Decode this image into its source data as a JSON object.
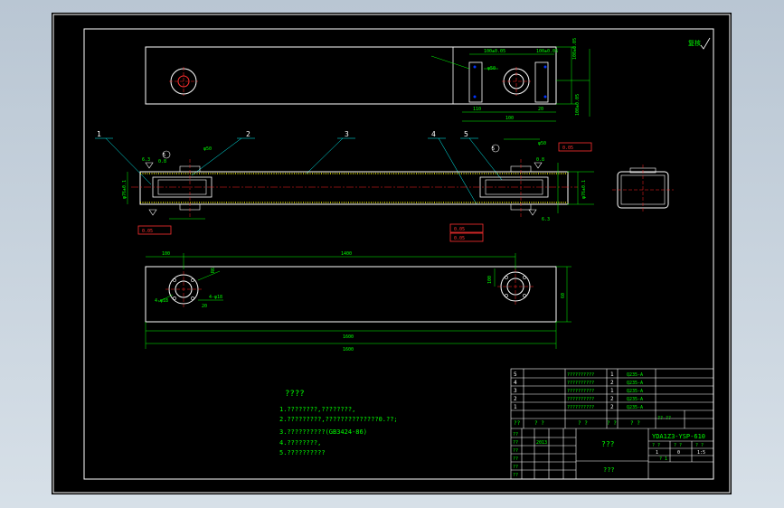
{
  "colors": {
    "background": "#000000",
    "outline": "#ffffff",
    "dimension": "#00ff00",
    "centerline": "#ff2020",
    "weld": "#ffff00",
    "tolerance": "#ff3030",
    "hatch": "#0033ff",
    "leader": "#00ffff"
  },
  "marks": {
    "top_right": "复核",
    "leader_1": "1",
    "leader_2": "2",
    "leader_3": "3",
    "leader_4": "4",
    "leader_5": "5"
  },
  "dimensions": {
    "overall_length": "1600",
    "hole_span": "1400",
    "bottom_total": "1600",
    "left_offset": "100",
    "right_height": "100",
    "top_width_a": "100±0.05",
    "top_width_b": "100±0.05",
    "top_h1": "100±0.05",
    "top_h2": "100±0.05",
    "top_bore": "φ50",
    "top_bottom_a": "110",
    "top_bottom_b": "100",
    "top_bottom_c": "20",
    "side_h_left": "φ76±0.1",
    "side_h_right": "φ76±0.1",
    "side_gap_left": "0.8",
    "side_gap_right": "0.8",
    "weld_left": "5",
    "weld_right": "5",
    "roughness_left": "6.3",
    "roughness_right": "6.3",
    "flatness": "0.05",
    "bore_left": "φ50",
    "bore_right": "φ50",
    "bottom_hole_left": "4-φ18",
    "bottom_hole_right": "4-φ18",
    "bottom_h": "60",
    "bottom_r": "R6",
    "bottom_depth": "20"
  },
  "notes": {
    "title": "????",
    "items": [
      "1.????????,????????,",
      "2.?????????,??????????????0.??;",
      "3.??????????(GB3424-86)",
      "4.????????,",
      "5.??????????"
    ]
  },
  "title_block": {
    "parts": [
      {
        "no": "5",
        "name": "??????????",
        "qty": "1",
        "material": "Q235-A"
      },
      {
        "no": "4",
        "name": "??????????",
        "qty": "2",
        "material": "Q235-A"
      },
      {
        "no": "3",
        "name": "??????????",
        "qty": "1",
        "material": "Q235-A"
      },
      {
        "no": "2",
        "name": "??????????",
        "qty": "2",
        "material": "Q235-A"
      },
      {
        "no": "1",
        "name": "??????????",
        "qty": "2",
        "material": "Q235-A"
      }
    ],
    "header": [
      "??",
      "? ?",
      "? ?",
      "? ?",
      "? ?",
      "?? ??"
    ],
    "drawing_no": "YDA1Z3-YSP-610",
    "drawing_name": "???",
    "unit_name": "???",
    "scale_labels": [
      "? ?",
      "? ?",
      "? ?"
    ],
    "scale_values": [
      "1",
      "0",
      "1:5"
    ],
    "sheet": "? 1",
    "sign_rows": [
      "??",
      "??",
      "??",
      "??",
      "??",
      "??"
    ],
    "sign_dates": [
      "2013",
      "",
      "",
      "",
      "",
      ""
    ]
  }
}
